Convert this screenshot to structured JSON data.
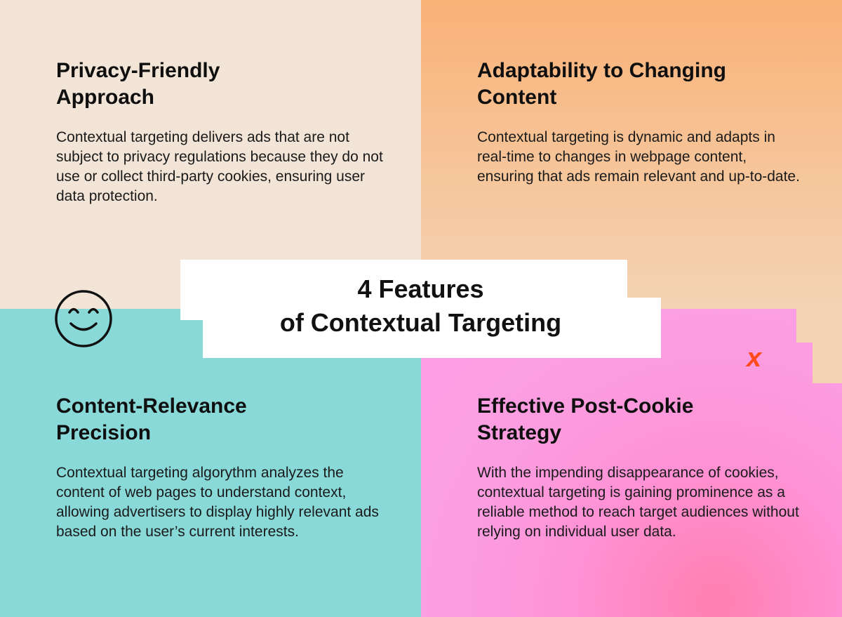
{
  "quadrants": [
    {
      "title_line1": "Privacy-Friendly",
      "title_line2": "Approach",
      "body": "Contextual targeting delivers ads that are not subject to privacy regulations because they do not use or collect third-party cookies, ensuring user data protection."
    },
    {
      "title_line1": "Adaptability to Changing",
      "title_line2": "Content",
      "body": "Contextual targeting is dynamic and adapts in real-time to changes in webpage content, ensuring that ads remain relevant and up-to-date."
    },
    {
      "title_line1": "Content-Relevance",
      "title_line2": "Precision",
      "body": "Contextual targeting algorythm analyzes the content of web pages to understand context, allowing advertisers to display highly relevant ads based on the user’s current interests."
    },
    {
      "title_line1": "Effective Post-Cookie",
      "title_line2": "Strategy",
      "body": "With the impending disappearance of cookies, contextual targeting is gaining prominence as a reliable method to reach target audiences without relying on individual user data."
    }
  ],
  "center_title": {
    "line1": "4 Features",
    "line2": "of Contextual Targeting"
  },
  "decor": {
    "smiley_icon": "smiley-face-icon",
    "x_mark": "x",
    "x_color": "#ff4a1c"
  },
  "colors": {
    "beige": "#f2e4d7",
    "orange": "#f9b176",
    "teal": "#89d9d9",
    "pink": "#ff92d6"
  }
}
